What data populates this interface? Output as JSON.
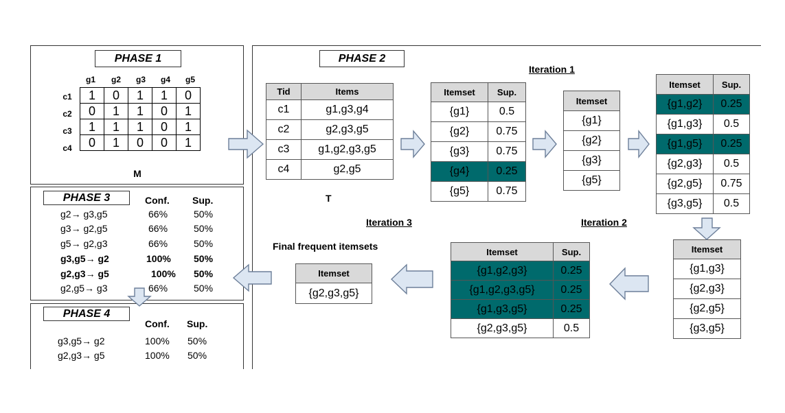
{
  "phase1": {
    "title": "PHASE 1",
    "cols": [
      "g1",
      "g2",
      "g3",
      "g4",
      "g5"
    ],
    "rows": [
      {
        "label": "c1",
        "values": [
          "1",
          "0",
          "1",
          "1",
          "0"
        ]
      },
      {
        "label": "c2",
        "values": [
          "0",
          "1",
          "1",
          "0",
          "1"
        ]
      },
      {
        "label": "c3",
        "values": [
          "1",
          "1",
          "1",
          "0",
          "1"
        ]
      },
      {
        "label": "c4",
        "values": [
          "0",
          "1",
          "0",
          "0",
          "1"
        ]
      }
    ],
    "caption": "M"
  },
  "phase2": {
    "title": "PHASE 2",
    "transactions": {
      "headers": [
        "Tid",
        "Items"
      ],
      "rows": [
        [
          "c1",
          "g1,g3,g4"
        ],
        [
          "c2",
          "g2,g3,g5"
        ],
        [
          "c3",
          "g1,g2,g3,g5"
        ],
        [
          "c4",
          "g2,g5"
        ]
      ],
      "caption": "T"
    },
    "iteration1_label": "Iteration 1",
    "iteration2_label": "Iteration 2",
    "iteration3_label": "Iteration 3",
    "final_label": "Final frequent itemsets",
    "c1": {
      "headers": [
        "Itemset",
        "Sup."
      ],
      "rows": [
        [
          "{g1}",
          "0.5"
        ],
        [
          "{g2}",
          "0.75"
        ],
        [
          "{g3}",
          "0.75"
        ],
        [
          "{g4}",
          "0.25"
        ],
        [
          "{g5}",
          "0.75"
        ]
      ]
    },
    "l1": {
      "header": "Itemset",
      "rows": [
        "{g1}",
        "{g2}",
        "{g3}",
        "{g5}"
      ]
    },
    "c2": {
      "headers": [
        "Itemset",
        "Sup."
      ],
      "rows": [
        [
          "{g1,g2}",
          "0.25"
        ],
        [
          "{g1,g3}",
          "0.5"
        ],
        [
          "{g1,g5}",
          "0.25"
        ],
        [
          "{g2,g3}",
          "0.5"
        ],
        [
          "{g2,g5}",
          "0.75"
        ],
        [
          "{g3,g5}",
          "0.5"
        ]
      ]
    },
    "l2": {
      "header": "Itemset",
      "rows": [
        "{g1,g3}",
        "{g2,g3}",
        "{g2,g5}",
        "{g3,g5}"
      ]
    },
    "c3": {
      "headers": [
        "Itemset",
        "Sup."
      ],
      "rows": [
        [
          "{g1,g2,g3}",
          "0.25"
        ],
        [
          "{g1,g2,g3,g5}",
          "0.25"
        ],
        [
          "{g1,g3,g5}",
          "0.25"
        ],
        [
          "{g2,g3,g5}",
          "0.5"
        ]
      ]
    },
    "final": {
      "header": "Itemset",
      "rows": [
        "{g2,g3,g5}"
      ]
    }
  },
  "phase3": {
    "title": "PHASE 3",
    "headers": [
      "Conf.",
      "Sup."
    ],
    "rules": [
      {
        "rule": "g2→ g3,g5",
        "conf": "66%",
        "sup": "50%",
        "bold": false
      },
      {
        "rule": "g3→ g2,g5",
        "conf": "66%",
        "sup": "50%",
        "bold": false
      },
      {
        "rule": "g5→ g2,g3",
        "conf": "66%",
        "sup": "50%",
        "bold": false
      },
      {
        "rule": "g3,g5→ g2",
        "conf": "100%",
        "sup": "50%",
        "bold": true
      },
      {
        "rule": "g2,g3→ g5",
        "conf": "100%",
        "sup": "50%",
        "bold": true
      },
      {
        "rule": "g2,g5→ g3",
        "conf": "66%",
        "sup": "50%",
        "bold": false
      }
    ]
  },
  "phase4": {
    "title": "PHASE 4",
    "headers": [
      "Conf.",
      "Sup."
    ],
    "rules": [
      {
        "rule": "g3,g5→ g2",
        "conf": "100%",
        "sup": "50%"
      },
      {
        "rule": "g2,g3→ g5",
        "conf": "100%",
        "sup": "50%"
      }
    ]
  },
  "colors": {
    "highlight": "#006a6c",
    "header_fill": "#d9d9d9",
    "arrow_fill": "#dce6f2",
    "arrow_stroke": "#6d7f99"
  }
}
